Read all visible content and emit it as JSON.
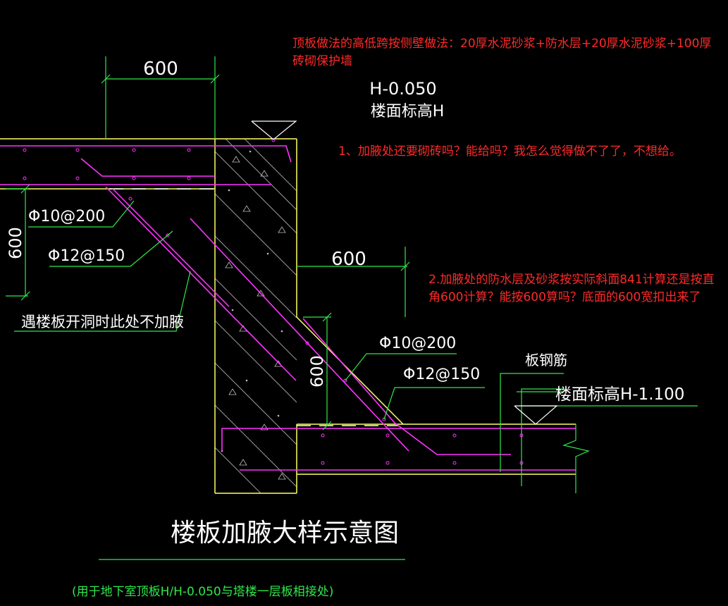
{
  "notes": {
    "note_top": "顶板做法的高低跨按侧壁做法：20厚水泥砂浆+防水层+20厚水泥砂浆+100厚砖砌保护墙",
    "note_q1": "1、加腋处还要砌砖吗？能给吗？我怎么觉得做不了了，不想给。",
    "note_q2": "2.加腋处的防水层及砂浆按实际斜面841计算还是按直角600计算？能按600算吗？底面的600宽扣出来了"
  },
  "labels": {
    "dim_top": "600",
    "dim_left": "600",
    "dim_mid": "600",
    "dim_lower": "600",
    "elev_top_value": "H-0.050",
    "elev_top_desc": "楼面标高H",
    "rebar_a": "Φ10@200",
    "rebar_b": "Φ12@150",
    "rebar_c": "Φ10@200",
    "rebar_d": "Φ12@150",
    "opening_note": "遇楼板开洞时此处不加腋",
    "slab_rebar": "板钢筋",
    "elev_low": "楼面标高H-1.100",
    "title": "楼板加腋大样示意图",
    "subtitle": "(用于地下室顶板H/H-0.050与塔楼一层板相接处)"
  },
  "colors": {
    "background": "#000000",
    "concrete_outline": "#ffff66",
    "rebar": "#ff33ff",
    "dimension": "#2ee84a",
    "text": "#ffffff",
    "note": "#ff2a2a"
  }
}
